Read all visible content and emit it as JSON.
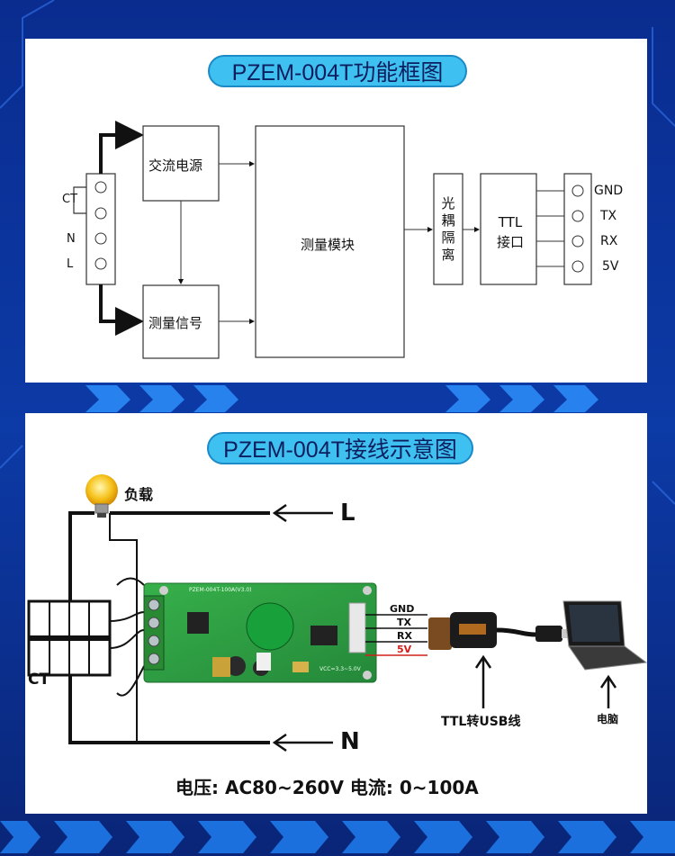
{
  "block_diagram": {
    "title": "PZEM-004T功能框图",
    "terminals": [
      "CT",
      "N",
      "L"
    ],
    "blocks": {
      "ac_power": "交流电源",
      "measure_signal": "测量信号",
      "measure_module": "测量模块",
      "optocoupler": "光耦隔离",
      "ttl_port": "TTL接口"
    },
    "ttl_pins": [
      "GND",
      "TX",
      "RX",
      "5V"
    ]
  },
  "wiring_diagram": {
    "title": "PZEM-004T接线示意图",
    "load_label": "负载",
    "line_label": "L",
    "neutral_label": "N",
    "ct_label": "CT",
    "wire_labels": [
      "GND",
      "TX",
      "RX",
      "5V"
    ],
    "usb_adapter_label": "TTL转USB线",
    "computer_label": "电脑",
    "board_silkscreen": "PZEM-004T-100A(V3.0)",
    "board_pins_silkscreen": "VCC=3.3~5.0V",
    "spec_text": "电压: AC80~260V   电流: 0~100A"
  },
  "colors": {
    "background": "#0b2a8a",
    "pill": "#3ec0f0",
    "pcb": "#2e9e3e",
    "arrow": "#111111",
    "wire_5v": "#d0201c"
  }
}
